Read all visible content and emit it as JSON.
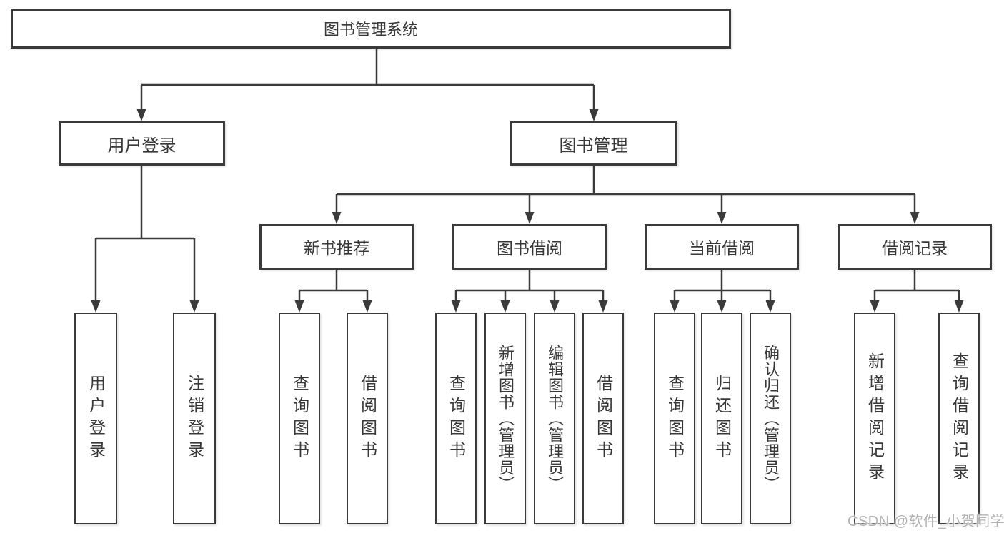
{
  "diagram": {
    "title": "图书管理系统",
    "level2": [
      {
        "id": "user-login",
        "label": "用户登录"
      },
      {
        "id": "book-mgmt",
        "label": "图书管理"
      }
    ],
    "level3": [
      {
        "id": "new-books",
        "label": "新书推荐"
      },
      {
        "id": "book-borrow",
        "label": "图书借阅"
      },
      {
        "id": "current-borrow",
        "label": "当前借阅"
      },
      {
        "id": "borrow-records",
        "label": "借阅记录"
      }
    ],
    "leaves": {
      "user_login": [
        "用户登录",
        "注销登录"
      ],
      "new_books": [
        "查询图书",
        "借阅图书"
      ],
      "book_borrow": [
        "查询图书",
        "新增图书（管理员）",
        "编辑图书（管理员）",
        "借阅图书"
      ],
      "current_borrow": [
        "查询图书",
        "归还图书",
        "确认归还（管理员）"
      ],
      "borrow_records": [
        "新增借阅记录",
        "查询借阅记录"
      ]
    }
  },
  "watermark": {
    "text": "CSDN @软件_小贺同学"
  },
  "colors": {
    "line": "#3a3a3a",
    "text": "#383838",
    "background": "#ffffff",
    "watermark": "#b3b3b3"
  }
}
